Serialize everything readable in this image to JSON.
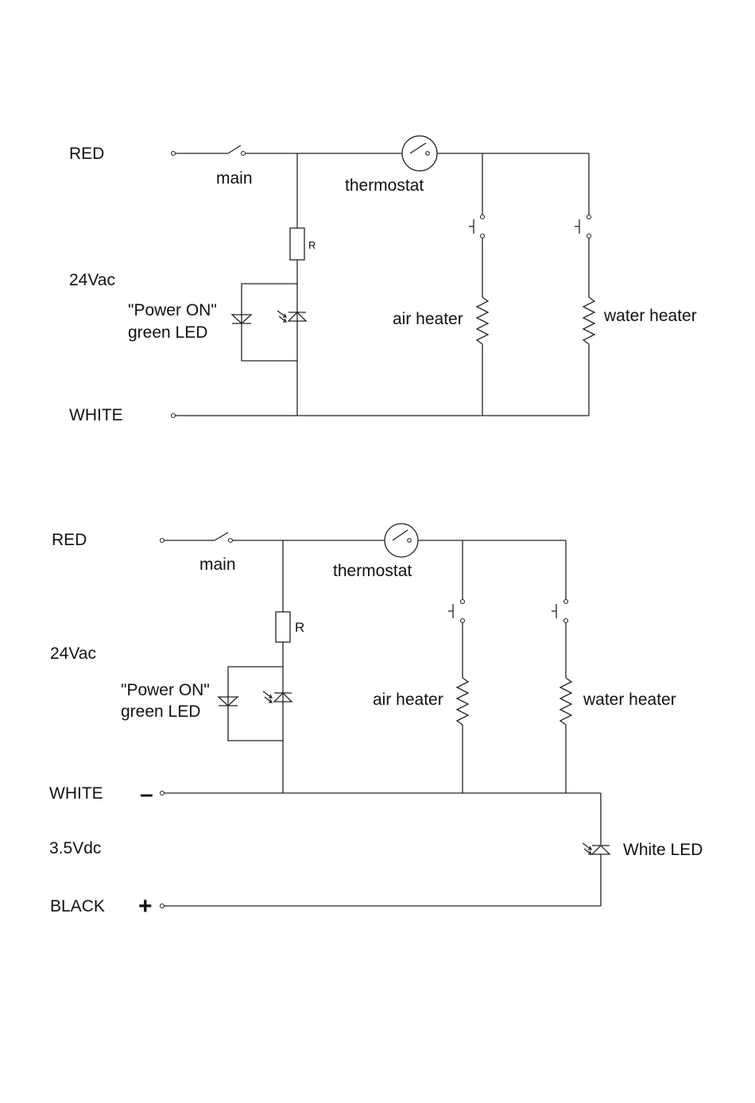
{
  "diagram_top": {
    "label_red": "RED",
    "label_main": "main",
    "label_thermostat": "thermostat",
    "label_24vac": "24Vac",
    "label_r": "R",
    "label_power_on": "\"Power ON\"",
    "label_green_led": "green LED",
    "label_air_heater": "air heater",
    "label_water_heater": "water heater",
    "label_white": "WHITE"
  },
  "diagram_bottom": {
    "label_red": "RED",
    "label_main": "main",
    "label_thermostat": "thermostat",
    "label_24vac": "24Vac",
    "label_r": "R",
    "label_power_on": "\"Power ON\"",
    "label_green_led": "green LED",
    "label_air_heater": "air heater",
    "label_water_heater": "water heater",
    "label_white": "WHITE",
    "label_minus": "–",
    "label_3_5vdc": "3.5Vdc",
    "label_white_led": "White LED",
    "label_black": "BLACK",
    "label_plus": "+"
  }
}
